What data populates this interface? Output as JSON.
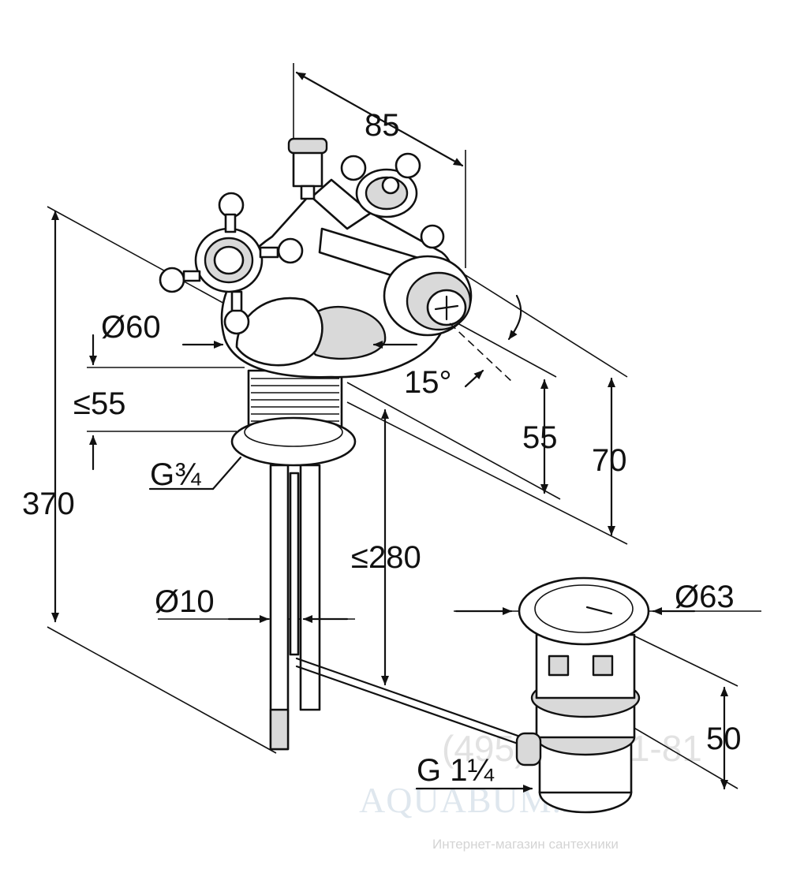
{
  "dimensions": {
    "width_top": "85",
    "dia_head": "Ø60",
    "max_height_base": "≤55",
    "thread_mixer": "G¾",
    "total_height": "370",
    "dia_rod": "Ø10",
    "max_length_rod": "≤280",
    "angle": "15°",
    "spout_height": "55",
    "head_height": "70",
    "dia_waste": "Ø63",
    "waste_height": "50",
    "thread_waste": "G 1¼"
  },
  "watermark": {
    "phone": "(495) 740-31-81",
    "brand": "AQUABUM.RU",
    "tagline": "Интернет-магазин сантехники"
  }
}
